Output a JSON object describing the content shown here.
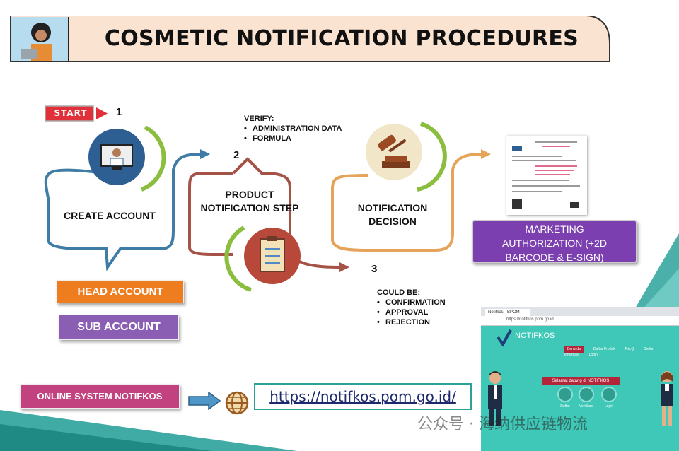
{
  "header": {
    "title": "COSMETIC NOTIFICATION PROCEDURES"
  },
  "start": {
    "label": "START",
    "step_number": "1"
  },
  "step1": {
    "label": "CREATE ACCOUNT"
  },
  "step2": {
    "number": "2",
    "label_line1": "PRODUCT",
    "label_line2": "NOTIFICATION STEP",
    "verify_title": "VERIFY:",
    "verify_items": [
      "ADMINISTRATION DATA",
      "FORMULA"
    ]
  },
  "step3": {
    "number": "3",
    "label_line1": "NOTIFICATION",
    "label_line2": "DECISION",
    "could_be_title": "COULD BE:",
    "could_be_items": [
      "CONFIRMATION",
      "APPROVAL",
      "REJECTION"
    ]
  },
  "marketing": {
    "line1": "MARKETING",
    "line2": "AUTHORIZATION (+2D",
    "line3": "BARCODE  & E-SIGN)"
  },
  "accounts": {
    "head_label": "HEAD ACCOUNT",
    "sub_label": "SUB ACCOUNT"
  },
  "online": {
    "label": "ONLINE SYSTEM NOTIFKOS",
    "url": "https://notifkos.pom.go.id/"
  },
  "browser": {
    "tab_title": "Notifkos - BPOM",
    "url": "https://notifkos.pom.go.id",
    "logo_text": "NOTIFKOS",
    "nav_items": [
      "Beranda",
      "Daftar Produk",
      "F.A.Q",
      "Berita",
      "Informasi",
      "Login"
    ],
    "banner": "Selamat datang di NOTIFKOS",
    "icon_labels": [
      "Daftar",
      "Verifikasi",
      "Login"
    ]
  },
  "watermark": "公众号 · 海纳供应链物流",
  "colors": {
    "header_bg": "#fbe3d2",
    "blue": "#3f7ca6",
    "green": "#8bbd3e",
    "maroon": "#a65347",
    "orange": "#e6a35a",
    "start_red": "#e0303a",
    "head_account": "#ee7d20",
    "sub_account": "#8a5fb3",
    "online_pink": "#c2417f",
    "marketing_purple": "#7b3fb0",
    "teal": "#2aa29a"
  }
}
